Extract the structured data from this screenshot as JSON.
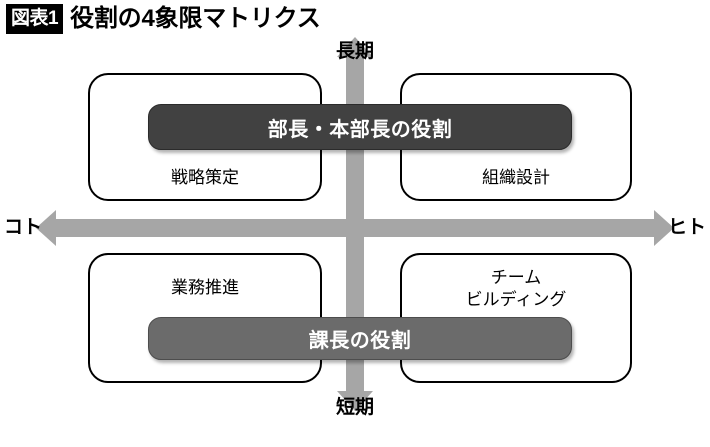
{
  "title": {
    "badge": "図表1",
    "text": "役割の4象限マトリクス"
  },
  "axes": {
    "vertical": {
      "top_label": "長期",
      "bottom_label": "短期",
      "icon_top": "arrow-up-icon",
      "icon_bottom": "arrow-down-icon"
    },
    "horizontal": {
      "left_label": "コト",
      "right_label": "ヒト",
      "icon_left": "arrow-left-icon",
      "icon_right": "arrow-right-icon"
    }
  },
  "quadrants": [
    {
      "position": "top-left",
      "label": "戦略策定"
    },
    {
      "position": "top-right",
      "label": "組織設計"
    },
    {
      "position": "bottom-left",
      "label": "業務推進"
    },
    {
      "position": "bottom-right",
      "label": "チーム\nビルディング"
    }
  ],
  "role_bars": [
    {
      "id": "upper",
      "label": "部長・本部長の役割",
      "color": "#414141"
    },
    {
      "id": "lower",
      "label": "課長の役割",
      "color": "#6b6b6b"
    }
  ],
  "colors": {
    "axis_gray": "#a6a6a6",
    "outline": "#000000",
    "background": "#ffffff",
    "bar_dark": "#414141",
    "bar_mid": "#6b6b6b"
  }
}
